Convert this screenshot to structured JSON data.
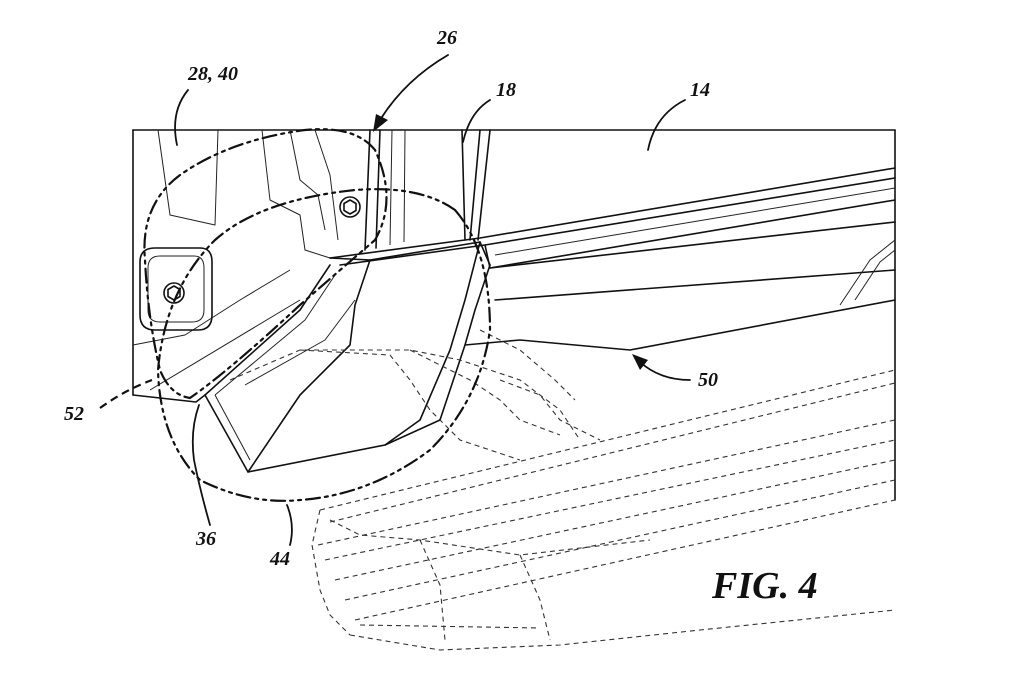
{
  "figure": {
    "label": "FIG. 4",
    "references": {
      "r26": "26",
      "r18": "18",
      "r14": "14",
      "r28_40": "28, 40",
      "r52": "52",
      "r50": "50",
      "r36": "36",
      "r44": "44"
    }
  }
}
